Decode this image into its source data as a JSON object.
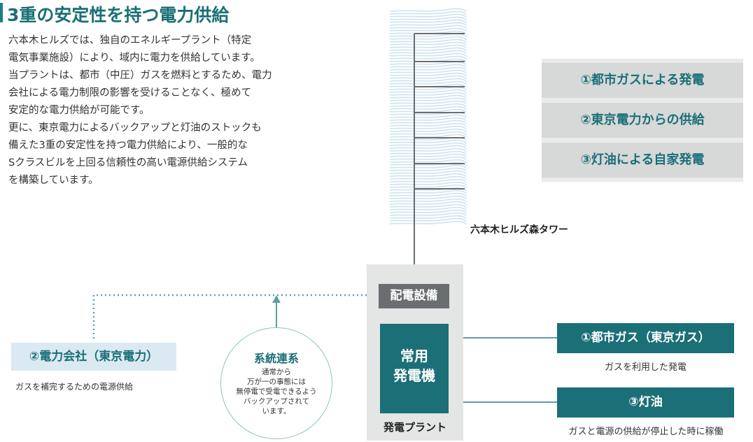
{
  "title": "3重の安定性を持つ電力供給",
  "intro": [
    "六本木ヒルズでは、独自のエネルギープラント（特定",
    "電気事業施設）により、域内に電力を供給しています。",
    "当プラントは、都市（中圧）ガスを燃料とするため、電力",
    "会社による電力制限の影響を受けることなく、極めて",
    "安定的な電力供給が可能です。",
    "更に、東京電力によるバックアップと灯油のストックも",
    "備えた3重の安定性を持つ電力供給により、一般的な",
    "Sクラスビルを上回る信頼性の高い電源供給システム",
    "を構築しています。"
  ],
  "sources": [
    "①都市ガスによる発電",
    "②東京電力からの供給",
    "③灯油による自家発電"
  ],
  "tower_label": "六本木ヒルズ森タワー",
  "distribution_label": "配電設備",
  "generator": {
    "line1": "常用",
    "line2": "発電機"
  },
  "plant_label": "発電プラント",
  "utility": {
    "label": "②電力会社（東京電力）",
    "note": "ガスを補完するための電源供給"
  },
  "grid_connection": {
    "title": "系統連系",
    "lines": [
      "通常から",
      "万が一の事態には",
      "無停電で受電できるよう",
      "バックアップされて",
      "います。"
    ]
  },
  "gas": {
    "label": "①都市ガス（東京ガス）",
    "note": "ガスを利用した発電"
  },
  "oil": {
    "label": "③灯油",
    "note": "ガスと電源の供給が停止した時に稼働"
  },
  "colors": {
    "teal": "#1b6f76",
    "teal_text": "#1a6f76",
    "light_blue": "#dbe9f3",
    "gray_panel": "#e9eaea",
    "gray_item": "#d7d8d8",
    "distribution_gray": "#6b6e70",
    "arrow_blue": "#5aa0cc",
    "arrow_teal": "#5f9ea3",
    "stripe": "#cfe3f1"
  }
}
